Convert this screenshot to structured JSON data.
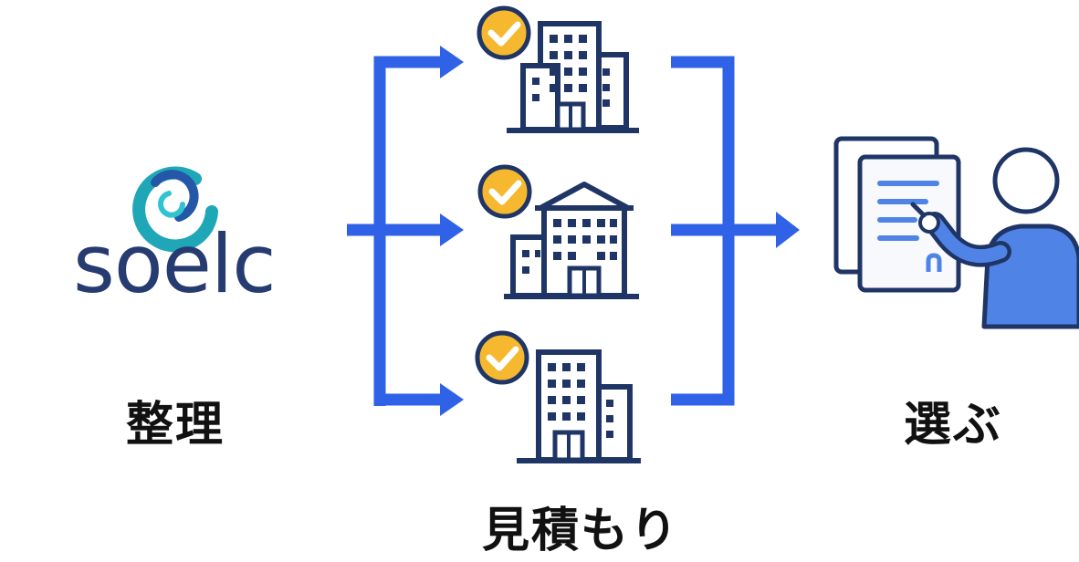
{
  "logo": {
    "text": "soelc"
  },
  "steps": {
    "organize": "整理",
    "quote": "見積もり",
    "choose": "選ぶ"
  },
  "colors": {
    "arrow": "#2f62e6",
    "navy": "#1f3566",
    "check": "#f5b82e",
    "person": "#4f84e6",
    "logo_teal": "#1fa7b8",
    "logo_blue": "#2457a8"
  },
  "icons": {
    "buildings": [
      "office-building-icon",
      "government-building-icon",
      "office-building-icon"
    ],
    "checkmark": "check-circle-icon",
    "person": "person-reviewing-document-icon"
  }
}
